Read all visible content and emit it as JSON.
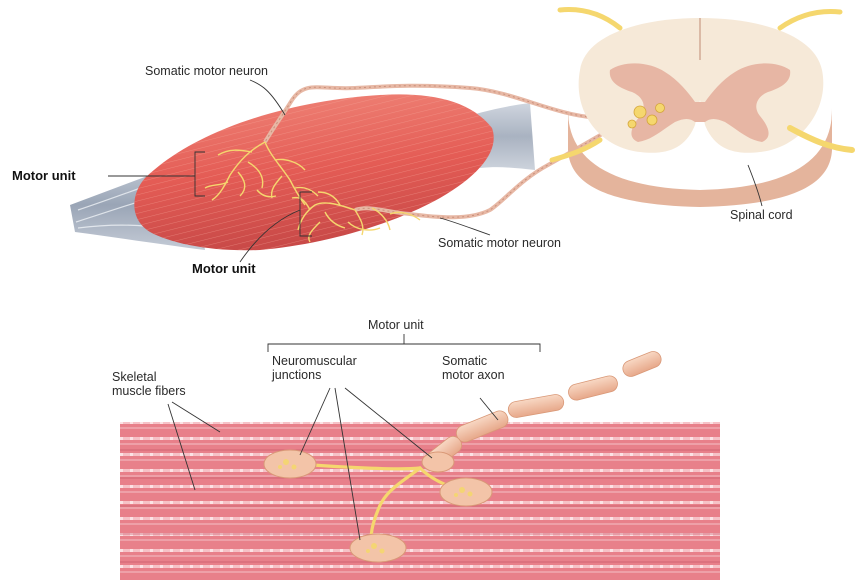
{
  "top_panel": {
    "labels": {
      "somatic_motor_neuron_upper": "Somatic motor neuron",
      "motor_unit_left": "Motor unit",
      "motor_unit_lower": "Motor unit",
      "somatic_motor_neuron_lower": "Somatic motor neuron",
      "spinal_cord": "Spinal cord"
    }
  },
  "bottom_panel": {
    "labels": {
      "motor_unit_bracket": "Motor unit",
      "neuromuscular_junctions": "Neuromuscular\njunctions",
      "somatic_motor_axon": "Somatic\nmotor axon",
      "skeletal_muscle_fibers": "Skeletal\nmuscle fibers"
    }
  },
  "colors": {
    "muscle": "#e8685e",
    "nerve": "#f5d76e",
    "axon_sheath": "#f3c4a8",
    "spinal_white": "#f6e9d8",
    "spinal_grey": "#e7b6a4",
    "fiber_band": "#e8808a"
  }
}
